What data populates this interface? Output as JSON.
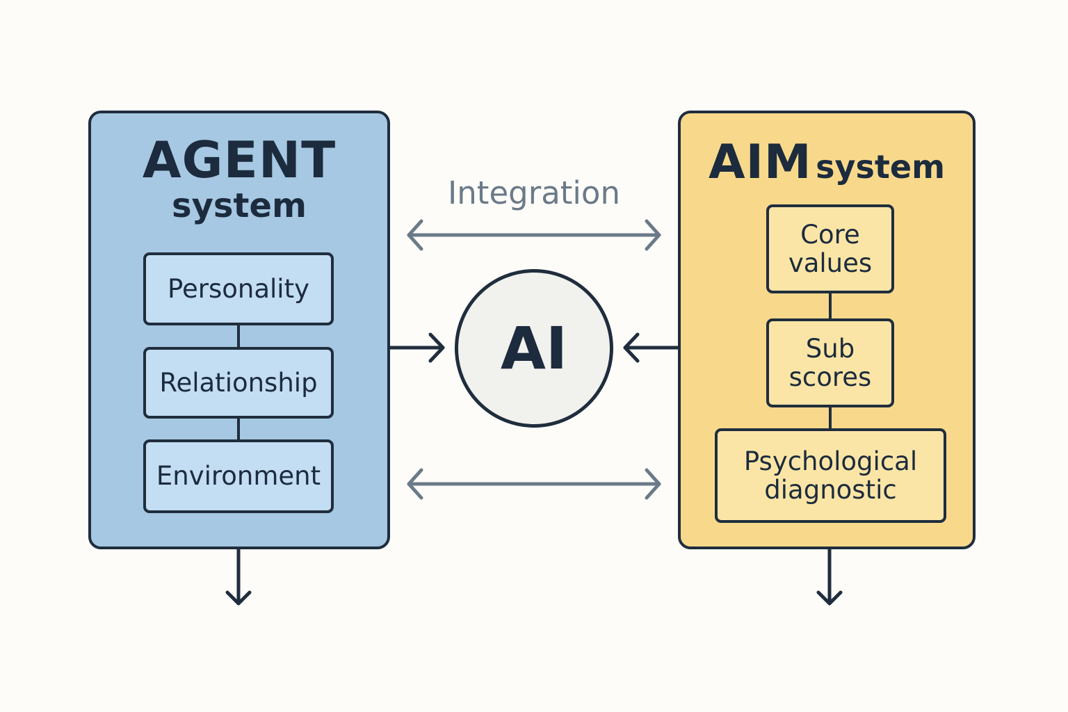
{
  "agent": {
    "title": "AGENT",
    "subtitle": "system",
    "items": [
      "Personality",
      "Relationship",
      "Environment"
    ]
  },
  "aim": {
    "title": "AIM",
    "subtitle": "system",
    "items": [
      "Core\nvalues",
      "Sub\nscores",
      "Psychological\ndiagnostic"
    ]
  },
  "integration_label": "Integration",
  "center_node": "AI",
  "colors": {
    "agent_panel": "#a6c8e2",
    "agent_box": "#c3ddf2",
    "aim_panel": "#f8d98c",
    "aim_box": "#fbe5a6",
    "outline": "#1f2d3d",
    "integration_arrow": "#6b7a88",
    "background": "#fdfcf9"
  }
}
